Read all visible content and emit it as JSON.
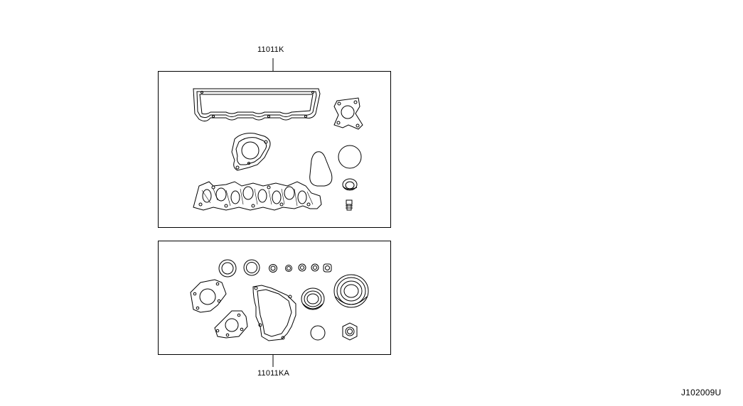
{
  "diagram": {
    "upper_kit_label": "11011K",
    "lower_kit_label": "11011KA",
    "figure_code": "J102009U"
  }
}
